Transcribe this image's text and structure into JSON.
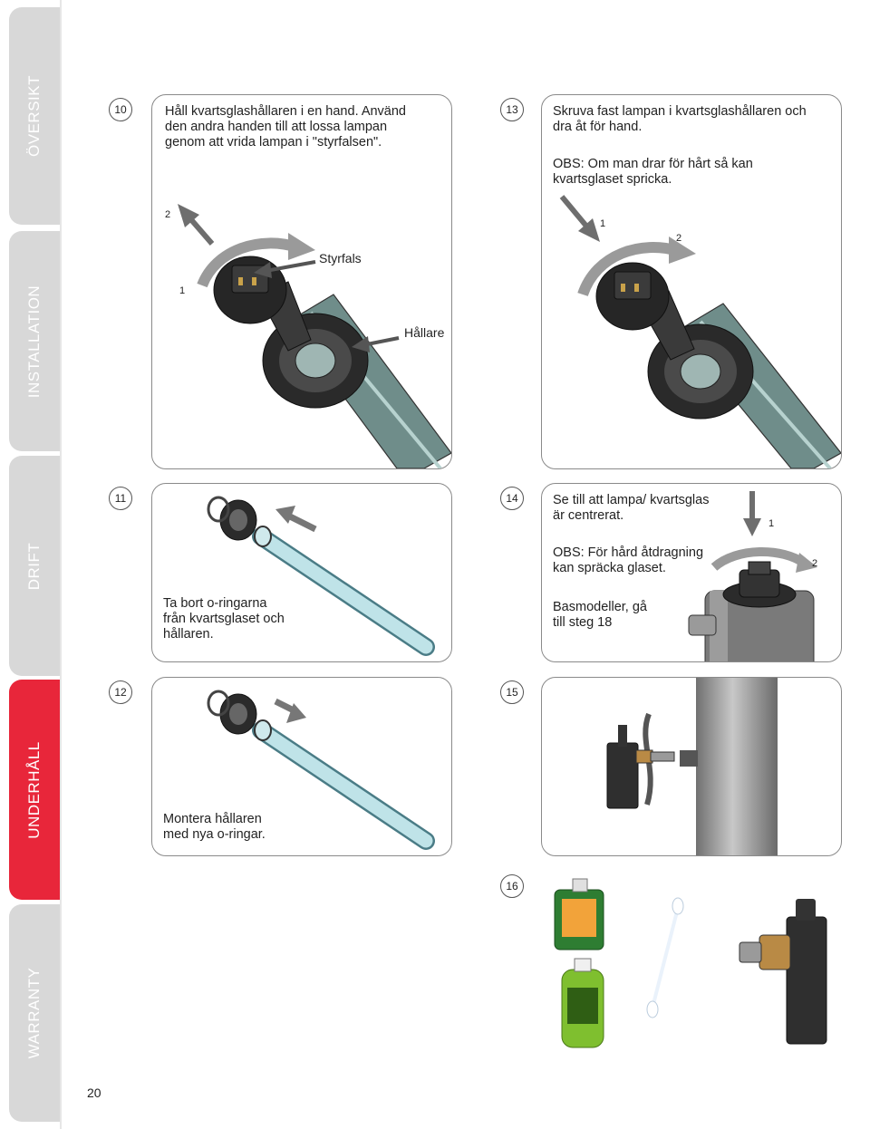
{
  "nav": {
    "tabs": [
      {
        "label": "ÖVERSIKT",
        "active": false
      },
      {
        "label": "INSTALLATION",
        "active": false
      },
      {
        "label": "DRIFT",
        "active": false
      },
      {
        "label": "UNDERHÅLL",
        "active": true
      },
      {
        "label": "WARRANTY",
        "active": false
      }
    ],
    "active_color": "#e8263a",
    "inactive_color": "#d8d8d8"
  },
  "page_number": "20",
  "steps": {
    "s10": {
      "number": "10",
      "text": "Håll kvartsglashållaren i en hand. Använd den andra handen till att lossa lampan genom att vrida lampan i \"styrfalsen\".",
      "callouts": {
        "guide": "Styrfals",
        "holder": "Hållare"
      },
      "arrow_numbers": {
        "first": "1",
        "second": "2"
      }
    },
    "s11": {
      "number": "11",
      "text": "Ta bort o-ringarna från kvartsglaset och hållaren."
    },
    "s12": {
      "number": "12",
      "text": "Montera hållaren med nya o-ringar."
    },
    "s13": {
      "number": "13",
      "text": "Skruva fast lampan i kvartsglashållaren och dra åt för hand.",
      "note": "OBS: Om man drar för hårt så kan kvartsglaset spricka.",
      "arrow_numbers": {
        "first": "1",
        "second": "2"
      }
    },
    "s14": {
      "number": "14",
      "text": "Se till att lampa/ kvartsglas är centrerat.",
      "note": "OBS: För hård åtdragning kan spräcka glaset.",
      "note2": "Basmodeller, gå till steg 18",
      "arrow_numbers": {
        "first": "1",
        "second": "2"
      }
    },
    "s15": {
      "number": "15"
    },
    "s16": {
      "number": "16"
    }
  }
}
